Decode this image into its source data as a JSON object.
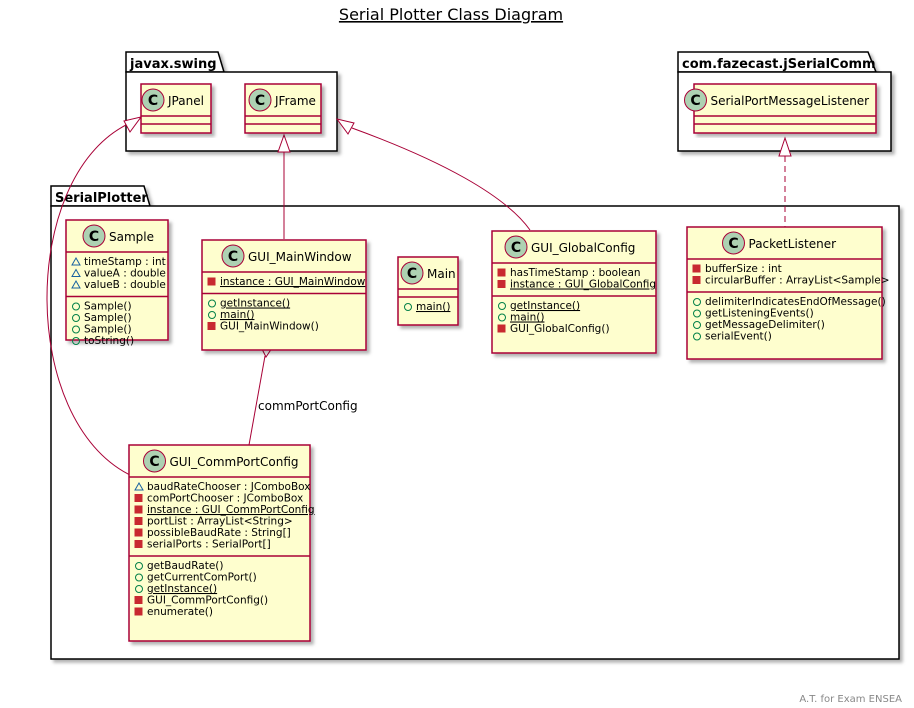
{
  "title": "Serial Plotter Class Diagram",
  "footer": "A.T. for Exam ENSEA",
  "packages": {
    "swing": "javax.swing",
    "serial": "com.fazecast.jSerialComm",
    "plotter": "SerialPlotter"
  },
  "classes": {
    "jpanel": {
      "name": "JPanel",
      "stereotype": "C"
    },
    "jframe": {
      "name": "JFrame",
      "stereotype": "C"
    },
    "listener_iface": {
      "name": "SerialPortMessageListener",
      "stereotype": "C"
    },
    "sample": {
      "name": "Sample",
      "stereotype": "C",
      "fields": [
        "timeStamp : int",
        "valueA : double",
        "valueB : double"
      ],
      "methods": [
        "Sample()",
        "Sample()",
        "Sample()",
        "toString()"
      ]
    },
    "main_window": {
      "name": "GUI_MainWindow",
      "stereotype": "C",
      "fields": [
        "instance : GUI_MainWindow"
      ],
      "methods": [
        "getInstance()",
        "main()",
        "GUI_MainWindow()"
      ]
    },
    "main": {
      "name": "Main",
      "stereotype": "C",
      "methods": [
        "main()"
      ]
    },
    "global_config": {
      "name": "GUI_GlobalConfig",
      "stereotype": "C",
      "fields": [
        "hasTimeStamp : boolean",
        "instance : GUI_GlobalConfig"
      ],
      "methods": [
        "getInstance()",
        "main()",
        "GUI_GlobalConfig()"
      ]
    },
    "packet_listener": {
      "name": "PacketListener",
      "stereotype": "C",
      "fields": [
        "bufferSize : int",
        "circularBuffer : ArrayList<Sample>"
      ],
      "methods": [
        "delimiterIndicatesEndOfMessage()",
        "getListeningEvents()",
        "getMessageDelimiter()",
        "serialEvent()"
      ]
    },
    "comm_port_config": {
      "name": "GUI_CommPortConfig",
      "stereotype": "C",
      "fields": [
        "baudRateChooser : JComboBox",
        "comPortChooser : JComboBox",
        "instance : GUI_CommPortConfig",
        "portList : ArrayList<String>",
        "possibleBaudRate : String[]",
        "serialPorts : SerialPort[]"
      ],
      "methods": [
        "getBaudRate()",
        "getCurrentComPort()",
        "getInstance()",
        "GUI_CommPortConfig()",
        "enumerate()"
      ]
    }
  },
  "edge_labels": {
    "commPortConfig": "commPortConfig"
  },
  "colors": {
    "class_fill": "#FEFECE",
    "class_border": "#A80036",
    "circle": "#ADD1B2",
    "public": "#84BE84",
    "private": "#C82930"
  }
}
